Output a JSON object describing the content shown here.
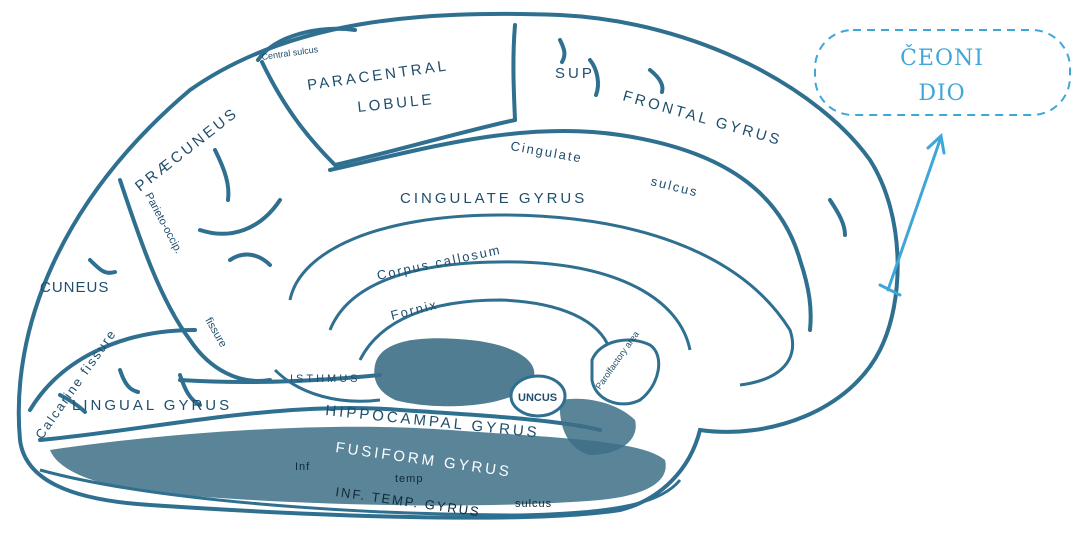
{
  "colors": {
    "outline": "#2f6f8f",
    "label": "#1f4e6b",
    "shade": "#3d6f86",
    "callout": "#3fa6d8"
  },
  "labels": {
    "central_sulcus": "Central sulcus",
    "paracentral_1": "PARACENTRAL",
    "paracentral_2": "LOBULE",
    "praecuneus": "PRÆCUNEUS",
    "parieto_occip": "Parieto-occip.",
    "fissure": "fissure",
    "cuneus": "CUNEUS",
    "calcarine": "Calcarine fissure",
    "lingual": "LINGUAL GYRUS",
    "isthmus": "ISTHMUS",
    "sup": "SUP",
    "frontal_gyrus": "FRONTAL GYRUS",
    "cingulate_sulcus_1": "Cingulate",
    "cingulate_sulcus_2": "sulcus",
    "cingulate_gyrus": "CINGULATE GYRUS",
    "corpus_callosum": "Corpus callosum",
    "fornix": "Fornix",
    "uncus": "UNCUS",
    "parolfactory": "Parolfactory area",
    "hippocampal": "HIPPOCAMPAL GYRUS",
    "fusiform": "FUSIFORM GYRUS",
    "inf_temp_sulcus_1": "Inf",
    "inf_temp_sulcus_2": "temp",
    "inf_temp_sulcus_3": "sulcus",
    "inf_temp_gyrus": "INF. TEMP. GYRUS"
  },
  "callout": {
    "line1": "ČEONI",
    "line2": "DIO"
  }
}
